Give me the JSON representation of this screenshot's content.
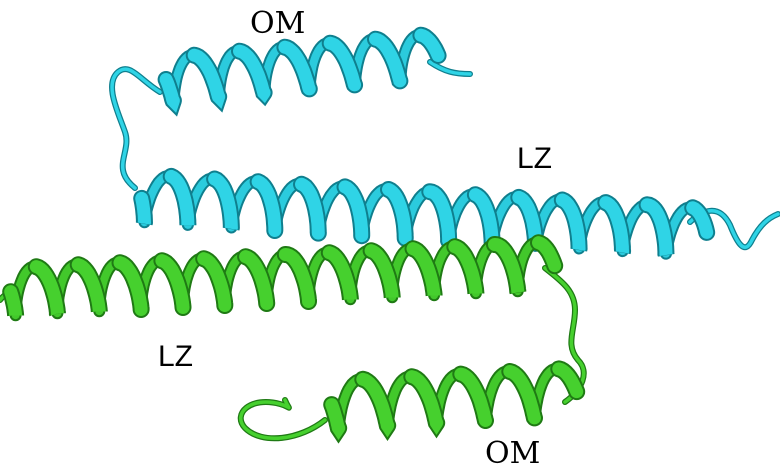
{
  "labels": {
    "cyan_om": "OM",
    "cyan_lz": "LZ",
    "green_lz": "LZ",
    "green_om": "OM"
  },
  "colors": {
    "cyan_chain": "#2fd4e6",
    "cyan_edge": "#0f7f8e",
    "green_chain": "#46d02e",
    "green_edge": "#1f7a14",
    "background": "#ffffff"
  }
}
